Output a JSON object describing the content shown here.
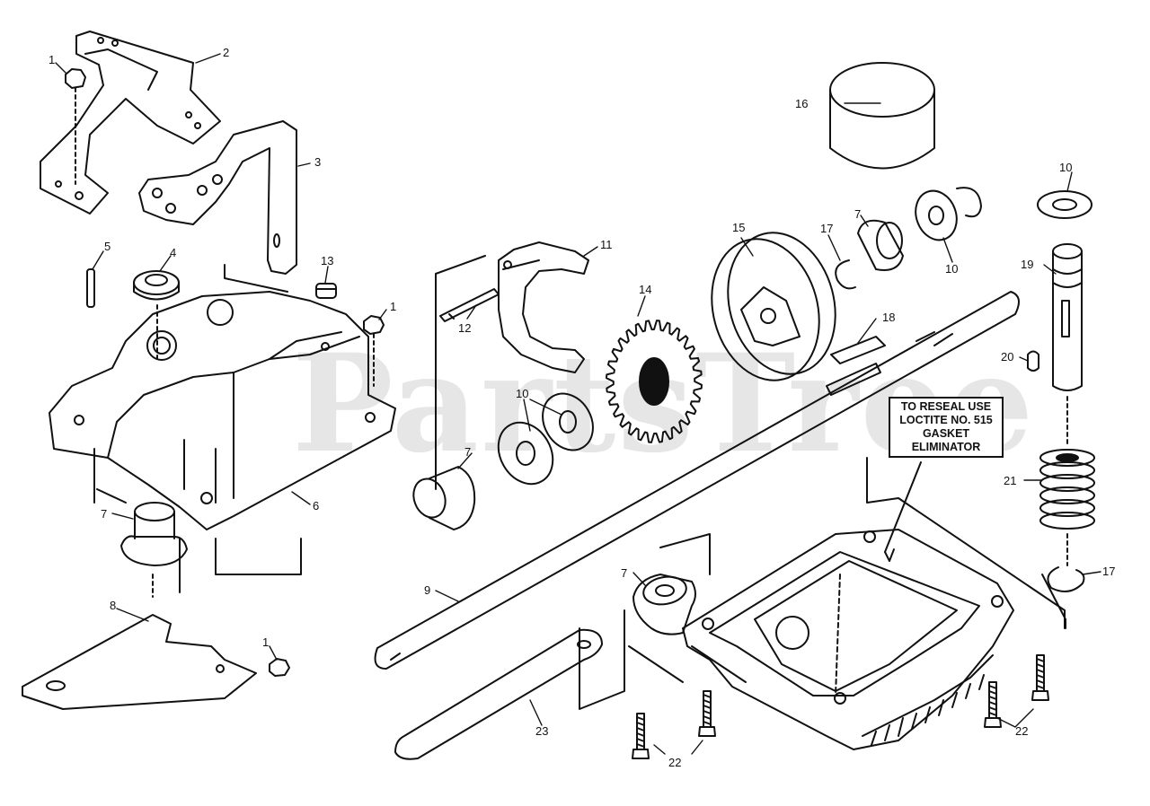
{
  "diagram": {
    "watermark": "PartsTree",
    "note": {
      "lines": [
        "TO RESEAL USE",
        "LOCTITE NO. 515",
        "GASKET",
        "ELIMINATOR"
      ]
    },
    "callouts": [
      {
        "id": "1a",
        "text": "1"
      },
      {
        "id": "1b",
        "text": "1"
      },
      {
        "id": "1c",
        "text": "1"
      },
      {
        "id": "2",
        "text": "2"
      },
      {
        "id": "3",
        "text": "3"
      },
      {
        "id": "4",
        "text": "4"
      },
      {
        "id": "5",
        "text": "5"
      },
      {
        "id": "6",
        "text": "6"
      },
      {
        "id": "7a",
        "text": "7"
      },
      {
        "id": "7b",
        "text": "7"
      },
      {
        "id": "7c",
        "text": "7"
      },
      {
        "id": "7d",
        "text": "7"
      },
      {
        "id": "8",
        "text": "8"
      },
      {
        "id": "9",
        "text": "9"
      },
      {
        "id": "10a",
        "text": "10"
      },
      {
        "id": "10b",
        "text": "10"
      },
      {
        "id": "10c",
        "text": "10"
      },
      {
        "id": "11",
        "text": "11"
      },
      {
        "id": "12",
        "text": "12"
      },
      {
        "id": "13",
        "text": "13"
      },
      {
        "id": "14",
        "text": "14"
      },
      {
        "id": "15",
        "text": "15"
      },
      {
        "id": "16",
        "text": "16"
      },
      {
        "id": "17a",
        "text": "17"
      },
      {
        "id": "17b",
        "text": "17"
      },
      {
        "id": "18",
        "text": "18"
      },
      {
        "id": "19",
        "text": "19"
      },
      {
        "id": "20",
        "text": "20"
      },
      {
        "id": "21",
        "text": "21"
      },
      {
        "id": "22a",
        "text": "22"
      },
      {
        "id": "22b",
        "text": "22"
      },
      {
        "id": "23",
        "text": "23"
      }
    ]
  }
}
